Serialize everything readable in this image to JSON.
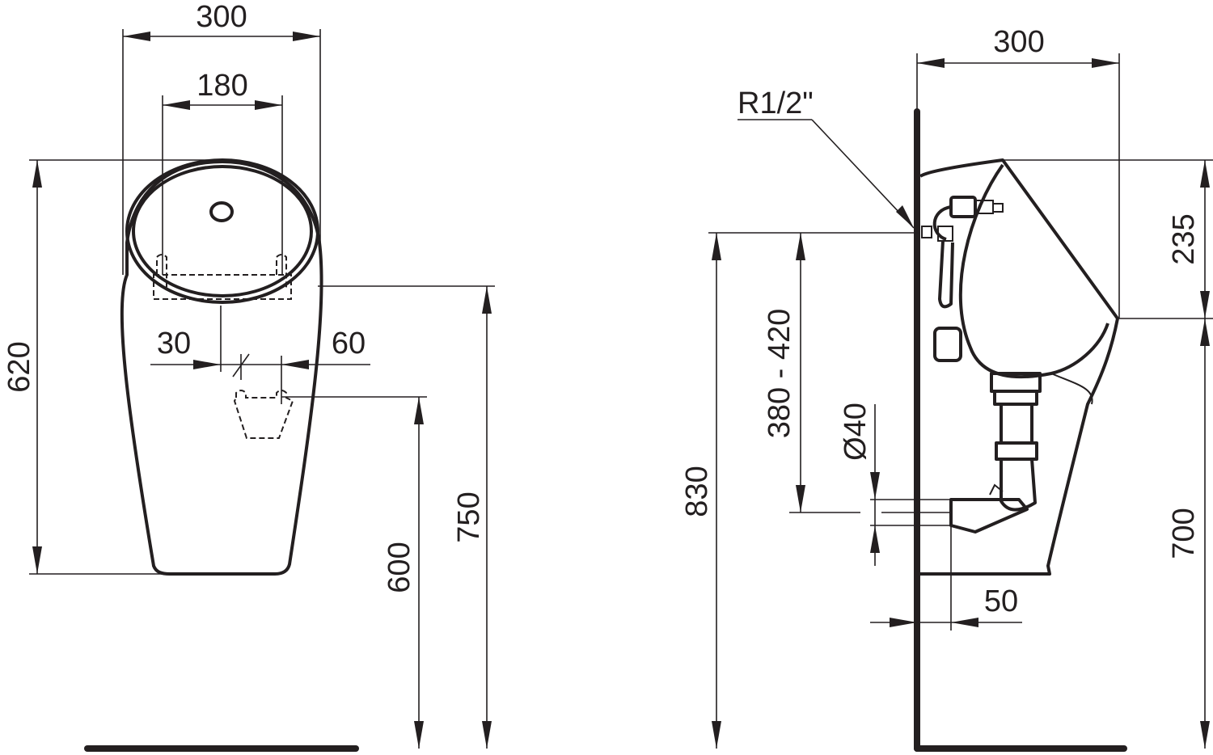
{
  "front_view": {
    "dim_width_outer": "300",
    "dim_inlet_spacing": "180",
    "dim_overall_height": "620",
    "dim_offset_left": "30",
    "dim_offset_right": "60",
    "dim_outlet_height": "600",
    "dim_top_height": "750"
  },
  "side_view": {
    "dim_depth": "300",
    "dim_thread": "R1/2\"",
    "dim_inlet_range": "380 - 420",
    "dim_drain_diameter": "Ø40",
    "dim_total_height": "830",
    "dim_top_offset": "235",
    "dim_rim_height": "700",
    "dim_wall_gap": "50"
  }
}
